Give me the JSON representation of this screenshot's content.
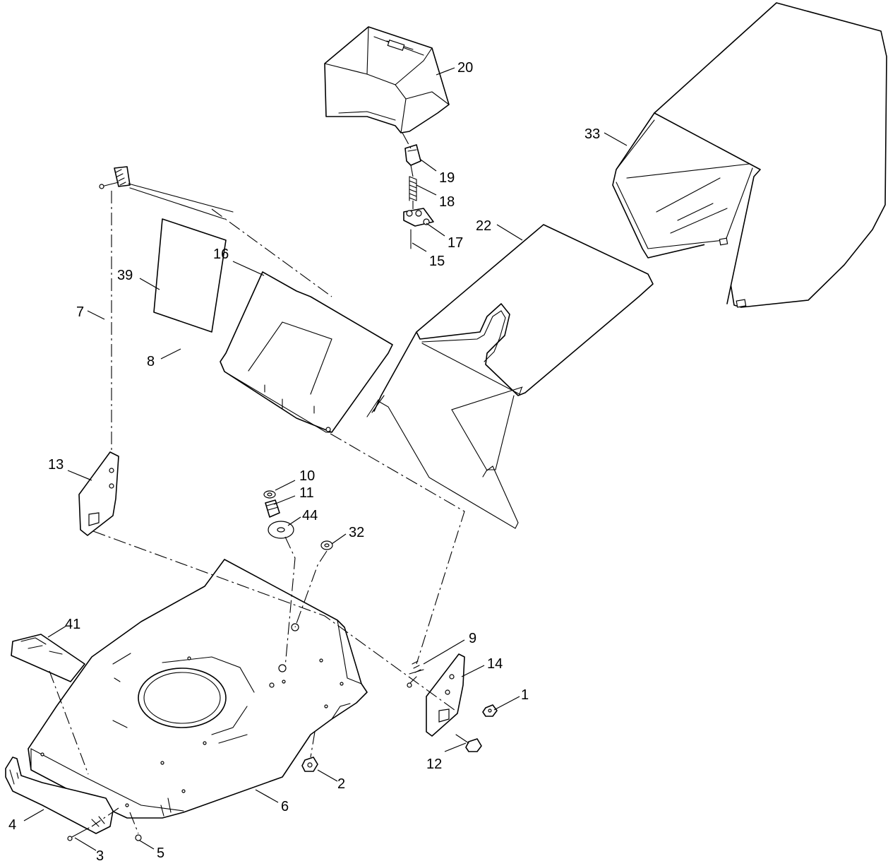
{
  "diagram": {
    "callouts": {
      "c1": "1",
      "c2": "2",
      "c3": "3",
      "c4": "4",
      "c5": "5",
      "c6": "6",
      "c7": "7",
      "c8": "8",
      "c9": "9",
      "c10": "10",
      "c11": "11",
      "c12": "12",
      "c13": "13",
      "c14": "14",
      "c15": "15",
      "c16": "16",
      "c17": "17",
      "c18": "18",
      "c19": "19",
      "c20": "20",
      "c22": "22",
      "c32": "32",
      "c33": "33",
      "c39": "39",
      "c41": "41",
      "c44": "44"
    },
    "colors": {
      "line": "#000000",
      "background": "#ffffff"
    }
  }
}
